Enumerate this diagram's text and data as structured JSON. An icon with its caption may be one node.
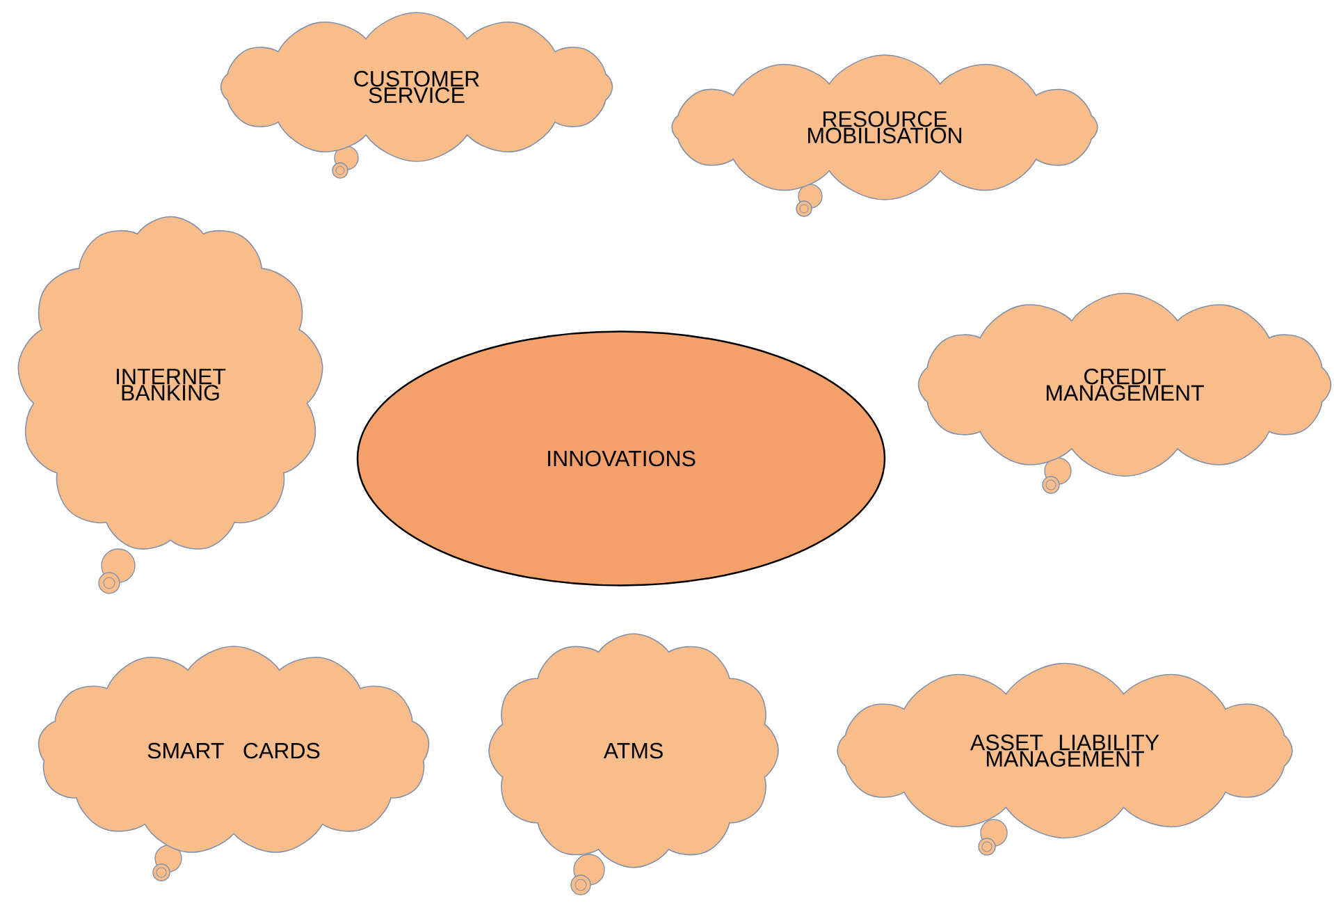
{
  "diagram": {
    "nodes": [
      {
        "text": [
          "CUSTOMER SERVICE"
        ]
      },
      {
        "text": [
          "RESOURCE MOBILISATION"
        ]
      },
      {
        "text": [
          "INTERNET BANKING"
        ]
      },
      {
        "text": [
          "CREDIT MANAGEMENT"
        ]
      },
      {
        "text": [
          "INNOVATIONS"
        ]
      },
      {
        "text": [
          "SMART CARDS"
        ]
      },
      {
        "text": [
          "ATMS"
        ]
      },
      {
        "text": [
          "ASSET LIABILITY MANAGEMENT"
        ]
      }
    ]
  }
}
